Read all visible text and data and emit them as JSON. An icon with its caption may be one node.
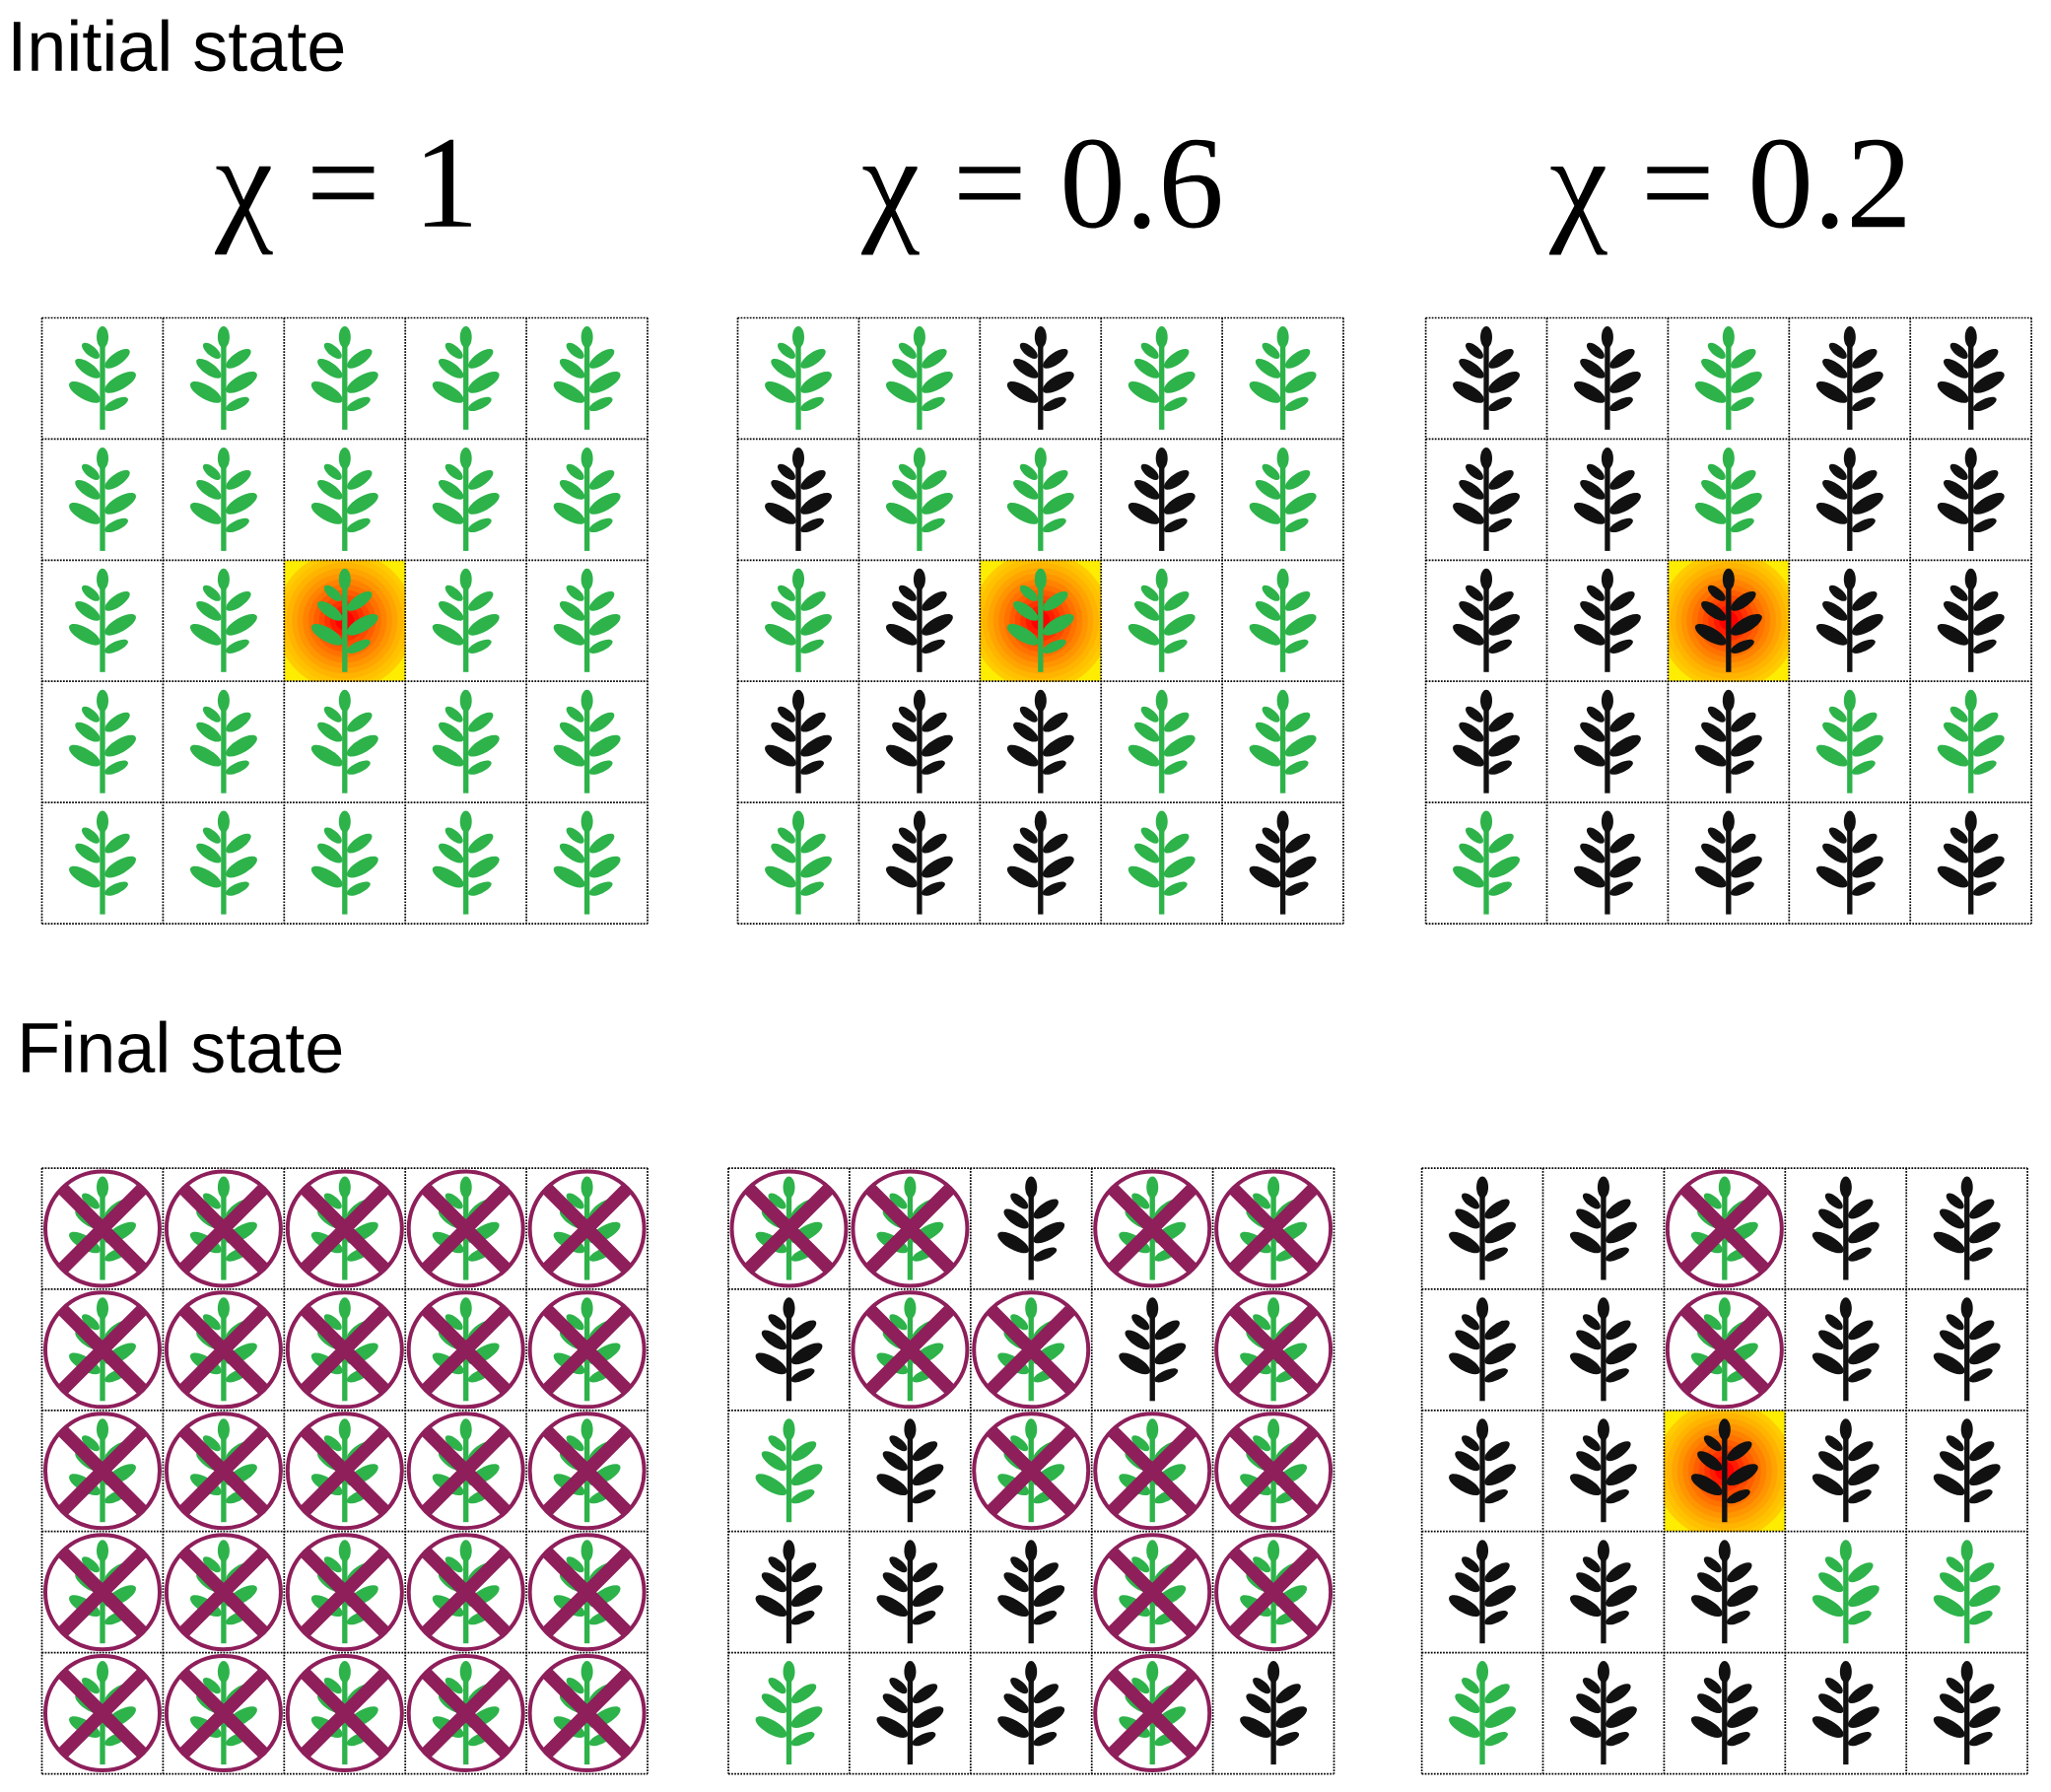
{
  "diagram": {
    "labels": [
      "Initial state",
      "χ = 1",
      "χ = 0.6",
      "χ = 0.2",
      "Final state"
    ]
  }
}
